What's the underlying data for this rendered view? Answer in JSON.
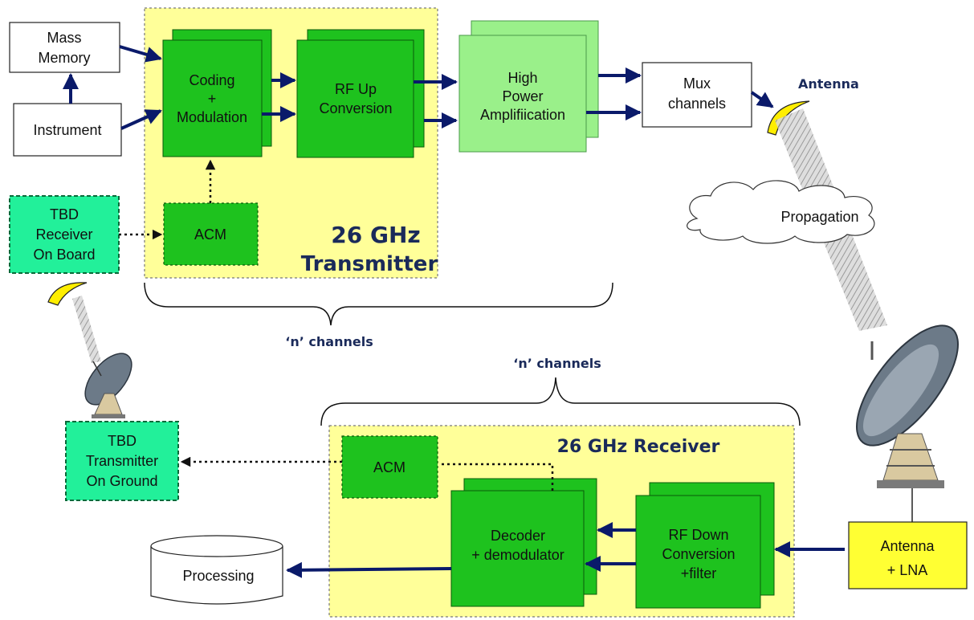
{
  "blocks": {
    "mass_memory": [
      "Mass",
      "Memory"
    ],
    "instrument": "Instrument",
    "coding_modulation": [
      "Coding",
      "+",
      "Modulation"
    ],
    "rf_up_conversion": [
      "RF Up",
      "Conversion"
    ],
    "high_power_amplification": [
      "High",
      "Power",
      "Amplifiication"
    ],
    "mux_channels": [
      "Mux",
      "channels"
    ],
    "acm_tx": "ACM",
    "tbd_receiver": [
      "TBD",
      "Receiver",
      "On Board"
    ],
    "tbd_transmitter": [
      "TBD",
      "Transmitter",
      "On Ground"
    ],
    "acm_rx": "ACM",
    "decoder": [
      "Decoder",
      "+ demodulator"
    ],
    "rf_down_conversion": [
      "RF Down",
      "Conversion",
      "+filter"
    ],
    "antenna_lna": [
      "Antenna",
      "+ LNA"
    ],
    "processing": "Processing"
  },
  "titles": {
    "transmitter": [
      "26 GHz",
      "Transmitter"
    ],
    "receiver": "26 GHz Receiver",
    "antenna": "Antenna",
    "propagation": "Propagation",
    "n_channels_top": "‘n’ channels",
    "n_channels_bottom": "‘n’ channels"
  },
  "colors": {
    "dark_green": "#1ec21e",
    "light_green": "#9af08a",
    "teal": "#22f09a",
    "yellow_region": "#ffff99",
    "lna_yellow": "#ffff33",
    "arrow": "#0a1a6a"
  }
}
